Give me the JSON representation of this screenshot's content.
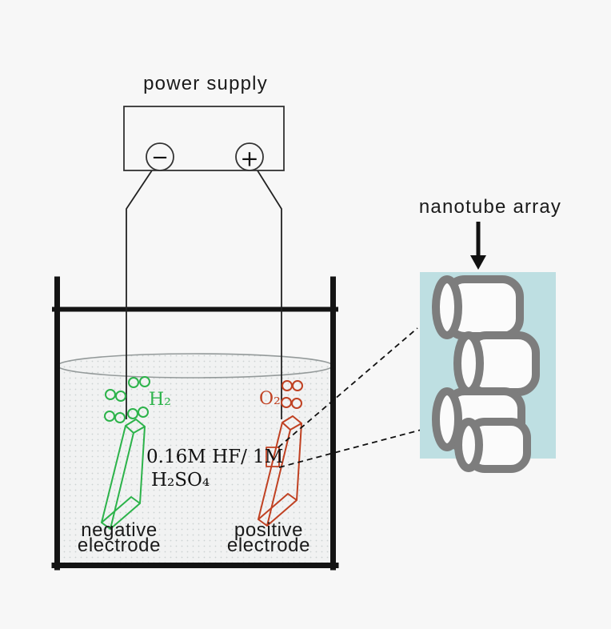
{
  "power_supply": {
    "label": "power supply",
    "negative_terminal": "−",
    "positive_terminal": "+"
  },
  "cell": {
    "electrolyte_line1": "0.16M HF/ 1M",
    "electrolyte_line2": "H₂SO₄",
    "hydrogen_label": "H₂",
    "oxygen_label": "O₂",
    "negative_electrode": {
      "line1": "negative",
      "line2": "electrode"
    },
    "positive_electrode": {
      "line1": "positive",
      "line2": "electrode"
    }
  },
  "inset": {
    "label": "nanotube array"
  },
  "colors": {
    "hydrogen_green": "#2cb34a",
    "oxygen_orange": "#c04122",
    "panel_blue": "#bedfe2",
    "tube_gray": "#7d7d7d",
    "line_black": "#1a1a1a",
    "background": "#f7f7f7"
  }
}
